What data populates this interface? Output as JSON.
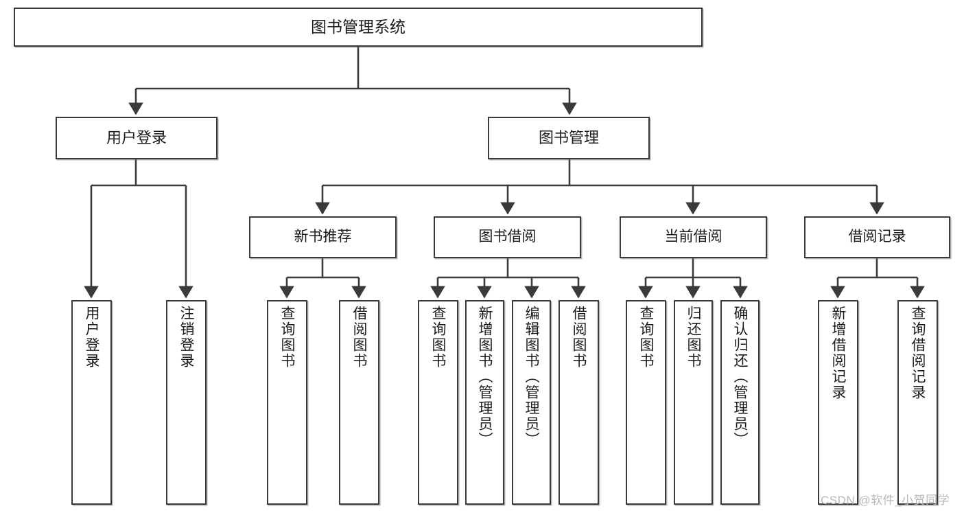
{
  "diagram": {
    "type": "tree",
    "title": "图书管理系统",
    "colors": {
      "node_border": "#3a3a3a",
      "node_fill": "#ffffff",
      "line": "#3a3a3a",
      "text": "#1b1b1b",
      "watermark": "#b8b8b8",
      "background": "#ffffff"
    },
    "root": {
      "label": "图书管理系统"
    },
    "level2": [
      {
        "label": "用户登录"
      },
      {
        "label": "图书管理"
      }
    ],
    "level3": [
      {
        "label": "新书推荐"
      },
      {
        "label": "图书借阅"
      },
      {
        "label": "当前借阅"
      },
      {
        "label": "借阅记录"
      }
    ],
    "leaves": {
      "user_login": [
        {
          "label": "用户登录"
        },
        {
          "label": "注销登录"
        }
      ],
      "new_book_recommend": [
        {
          "label": "查询图书"
        },
        {
          "label": "借阅图书"
        }
      ],
      "book_borrow": [
        {
          "label": "查询图书"
        },
        {
          "label": "新增图书（管理员）"
        },
        {
          "label": "编辑图书（管理员）"
        },
        {
          "label": "借阅图书"
        }
      ],
      "current_borrow": [
        {
          "label": "查询图书"
        },
        {
          "label": "归还图书"
        },
        {
          "label": "确认归还（管理员）"
        }
      ],
      "borrow_records": [
        {
          "label": "新增借阅记录"
        },
        {
          "label": "查询借阅记录"
        }
      ]
    },
    "watermark": "CSDN @软件_小贺同学"
  }
}
